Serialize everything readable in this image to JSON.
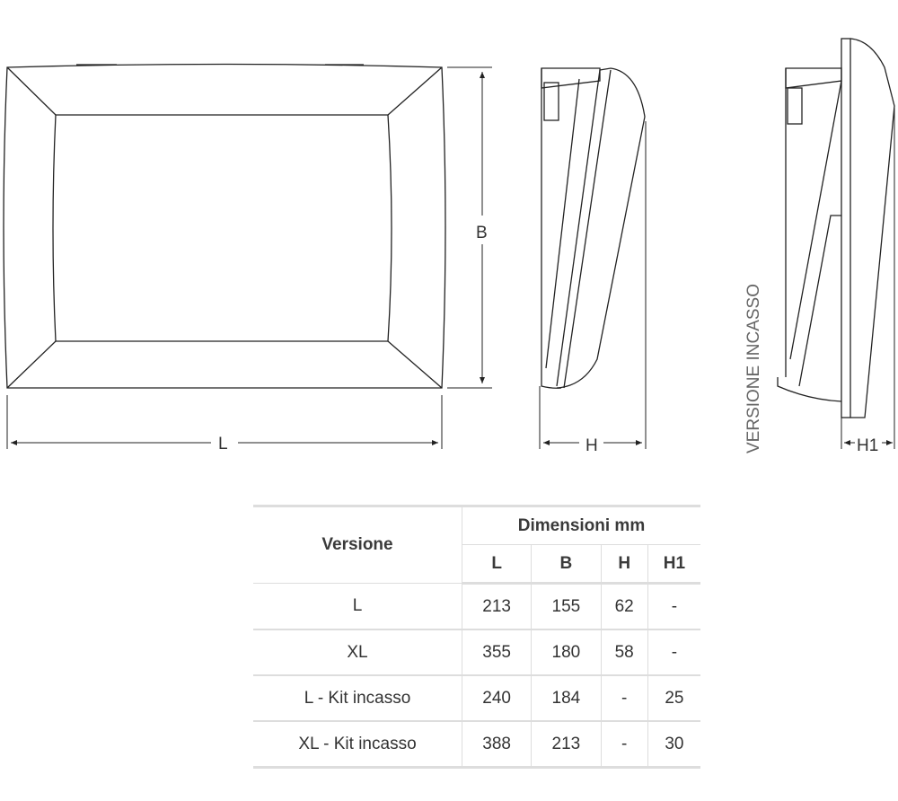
{
  "drawing": {
    "dim_L": "L",
    "dim_B": "B",
    "dim_H": "H",
    "dim_H1": "H1",
    "side_label": "VERSIONE INCASSO"
  },
  "table": {
    "version_header": "Versione",
    "dimensions_header": "Dimensioni mm",
    "columns": [
      "L",
      "B",
      "H",
      "H1"
    ],
    "rows": [
      {
        "version": "L",
        "values": [
          "213",
          "155",
          "62",
          "-"
        ]
      },
      {
        "version": "XL",
        "values": [
          "355",
          "180",
          "58",
          "-"
        ]
      },
      {
        "version": "L - Kit incasso",
        "values": [
          "240",
          "184",
          "-",
          "25"
        ]
      },
      {
        "version": "XL - Kit incasso",
        "values": [
          "388",
          "213",
          "-",
          "30"
        ]
      }
    ]
  }
}
